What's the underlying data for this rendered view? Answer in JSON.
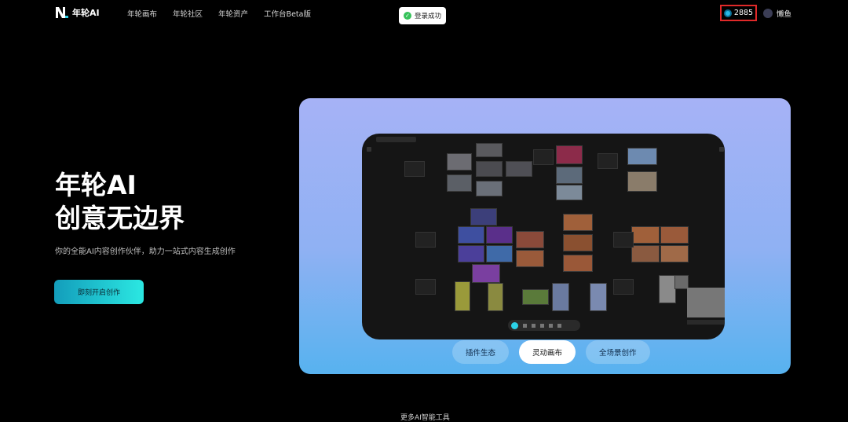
{
  "brand": {
    "name": "年轮AI"
  },
  "nav": {
    "items": [
      "年轮画布",
      "年轮社区",
      "年轮资产",
      "工作台Beta版"
    ]
  },
  "toast": {
    "text": "登录成功",
    "color": "#36c25a"
  },
  "header": {
    "credits": "2885",
    "username": "懒鱼",
    "highlight_color": "#e02929"
  },
  "hero": {
    "title_line1": "年轮AI",
    "title_line2": "创意无边界",
    "subtitle": "你的全能AI内容创作伙伴，助力一站式内容生成创作",
    "cta": "即刻开启创作"
  },
  "showcase": {
    "tabs": [
      {
        "label": "插件生态",
        "active": false
      },
      {
        "label": "灵动画布",
        "active": true
      },
      {
        "label": "全场景创作",
        "active": false
      }
    ]
  },
  "footer_text": "更多AI智能工具",
  "colors": {
    "accent": "#2be8e2",
    "panel_top": "#a6b2f6",
    "panel_bottom": "#57b2ef"
  }
}
